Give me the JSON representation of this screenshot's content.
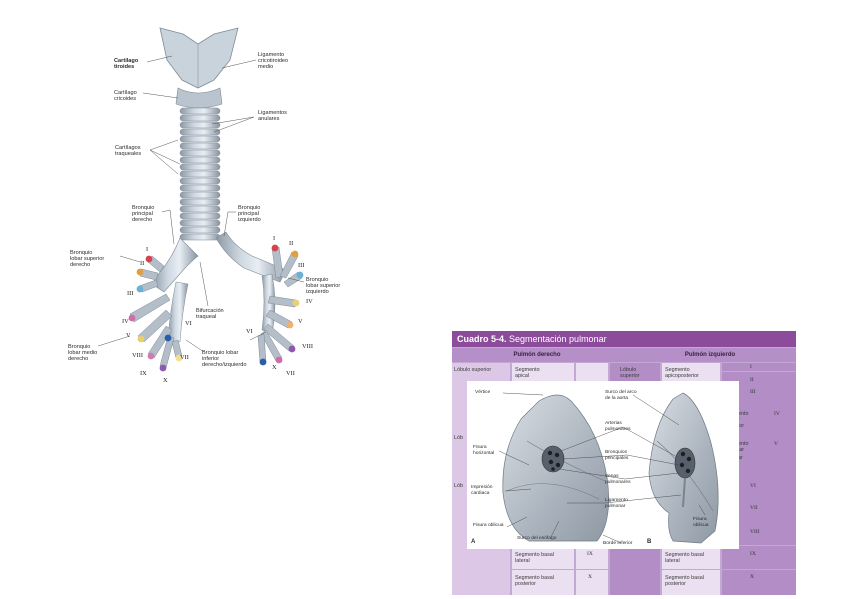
{
  "trachea_figure": {
    "labels": {
      "thyroid_cartilage": "Cartílago\ntiroides",
      "median_cricothyroid_lig": "Ligamento\ncricotiroideo\nmedio",
      "cricoid_cartilage": "Cartílago\ncricoides",
      "annular_ligaments": "Ligamentos\nanulares",
      "tracheal_cartilages": "Cartílagos\ntraqueales",
      "right_main_bronchus": "Bronquio\nprincipal\nderecho",
      "left_main_bronchus": "Bronquio\nprincipal\nizquierdo",
      "right_upper_lobar_bronchus": "Bronquio\nlobar superior\nderecho",
      "left_upper_lobar_bronchus": "Bronquio\nlobar superior\nizquierdo",
      "tracheal_bifurcation": "Bifurcación\ntraqueal",
      "right_middle_lobar_bronchus": "Bronquio\nlobar medio\nderecho",
      "lower_lobar_bronchus": "Bronquio lobar\ninferior\nderecho/izquierdo"
    },
    "right_numerals": [
      "I",
      "II",
      "III",
      "IV",
      "V",
      "VI",
      "VII",
      "VIII",
      "IX",
      "X"
    ],
    "left_numerals": [
      "I",
      "II",
      "III",
      "IV",
      "V",
      "VI",
      "VII",
      "VIII",
      "X"
    ]
  },
  "segment_table": {
    "title_bold": "Cuadro 5-4.",
    "title_rest": " Segmentación pulmonar",
    "header_right": "Pulmón derecho",
    "header_left": "Pulmón izquierdo",
    "right_upper_lobe": "Lóbulo superior",
    "right_seg_apical": "Segmento\napical",
    "left_upper_lobe": "Lóbulo\nsuperior",
    "left_seg_apicoposterior": "Segmento\napicoposterior",
    "right_middle_lobe_frag": "Lób",
    "right_lower_lobe_frag": "Lób",
    "left_frag_a": "ento\nr\nior",
    "left_frag_b": "ento\nlar",
    "left_frag_c": "ar",
    "right_seg_lateral_basal": "Segmento basal\nlateral",
    "left_seg_lateral_basal": "Segmento basal\nlateral",
    "right_seg_posterior_basal": "Segmento basal\nposterior",
    "left_seg_posterior_basal": "Segmento basal\nposterior",
    "roman": {
      "r_ix": "IX",
      "r_x": "X",
      "l_i": "I",
      "l_ii": "II",
      "l_iii": "III",
      "l_iv": "IV",
      "l_v": "V",
      "l_vi": "VI",
      "l_vii": "VII",
      "l_viii": "VIII",
      "l_ix": "IX",
      "l_x": "X"
    }
  },
  "lung_figure": {
    "labels": {
      "apex": "Vértice",
      "aortic_arch_groove": "Surco del arco\nde la aorta",
      "pulmonary_arteries": "Arterias\npulmonares",
      "horizontal_fissure": "Fisura\nhorizontal",
      "main_bronchi": "Bronquios\nprincipales",
      "pulmonary_veins": "Venas\npulmonares",
      "cardiac_impression": "Impresión\ncardiaca",
      "pulmonary_ligament": "Ligamento\npulmonar",
      "oblique_fissure_a": "Fisura oblicua",
      "oblique_fissure_b": "Fisura\noblicua",
      "esophageal_groove": "Surco del esófago",
      "inferior_border": "Borde inferior",
      "panel_a": "A",
      "panel_b": "B"
    }
  }
}
